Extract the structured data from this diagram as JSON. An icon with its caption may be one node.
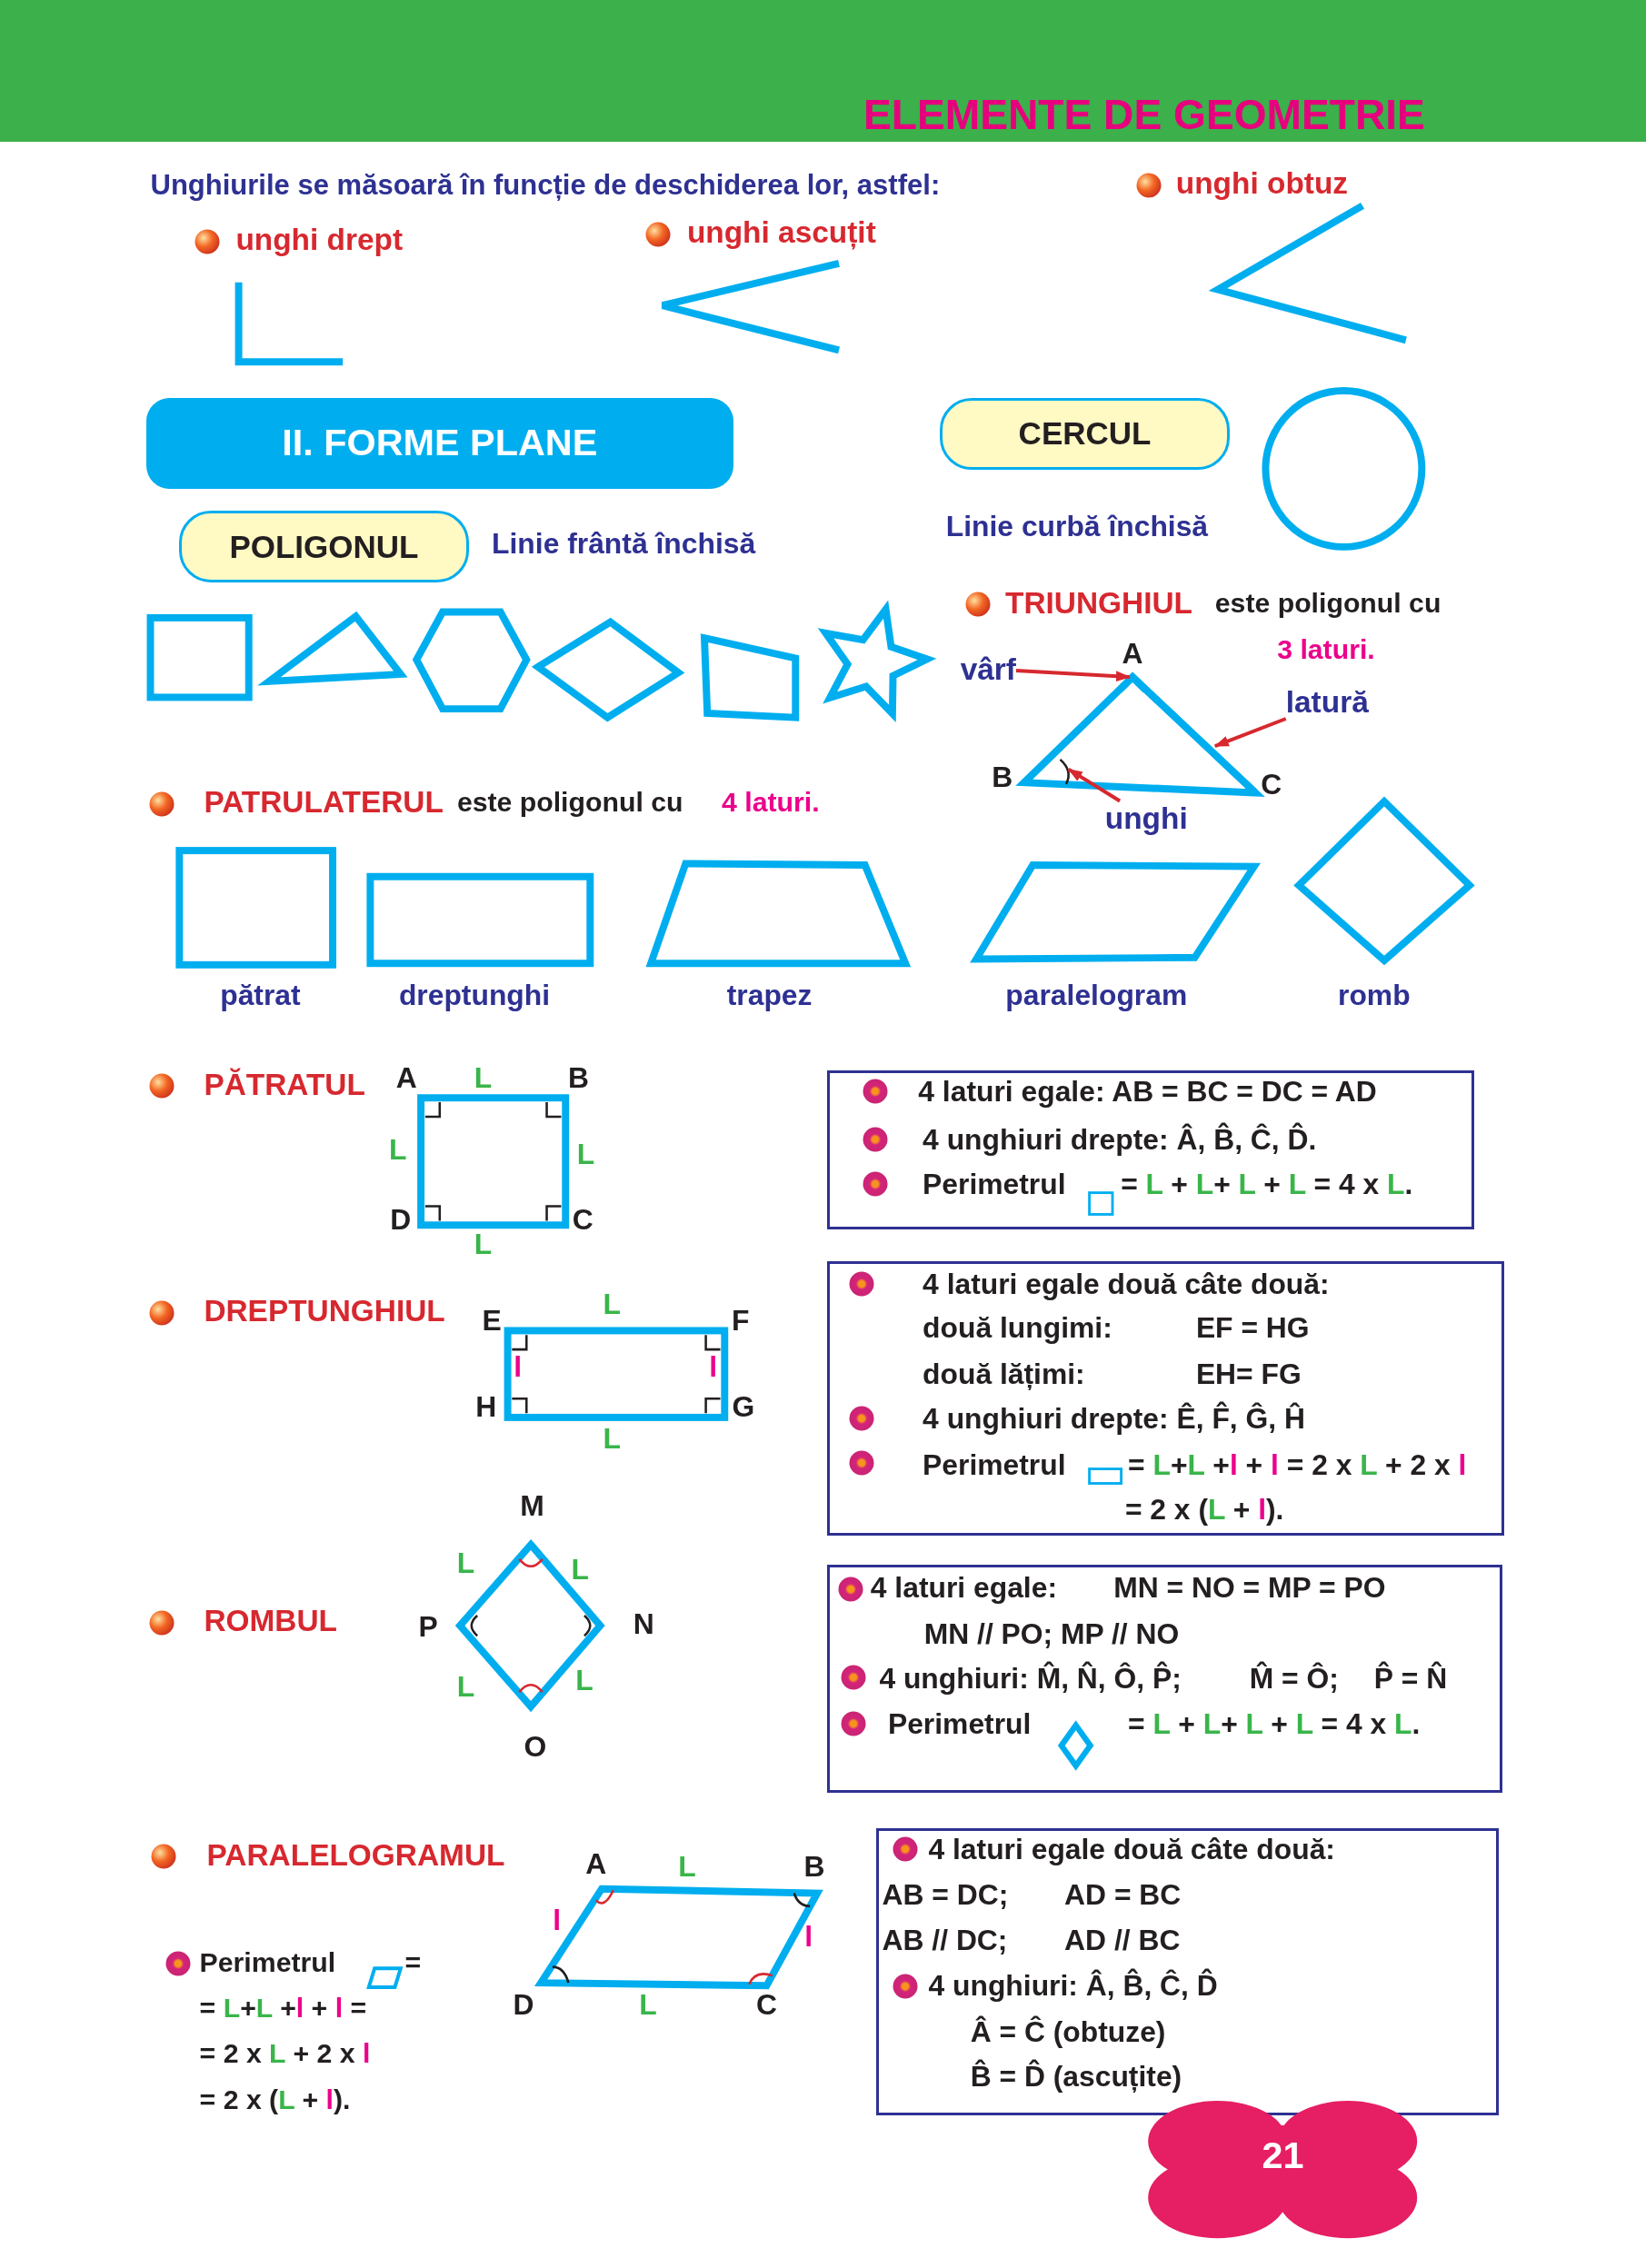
{
  "diagram": {
    "title": "ELEMENTE DE GEOMETRIE",
    "nodes": [
      {
        "text": [
          "II. FORME PLANE"
        ]
      },
      {
        "text": [
          "CERCUL"
        ]
      },
      {
        "text": [
          "POLIGONUL"
        ]
      },
      {
        "text": [
          "vârf"
        ]
      },
      {
        "text": [],
        "shape": "corner"
      },
      {
        "text": [
          "latură"
        ]
      },
      {
        "text": [],
        "shape": "line"
      },
      {
        "text": [
          "unghi"
        ]
      },
      {
        "text": [],
        "shape": "arc"
      },
      {
        "text": [
          "4 laturi egale: AB = BC = DC = AD",
          "4 unghiuri drepte: Â, B̂, Ĉ, D̂.",
          "Perimetrul",
          "= L + L+ L + L = 4 x L."
        ]
      },
      {
        "text": [
          "4 laturi egale două câte două:",
          "două lungimi:",
          "EF = HG",
          "două lățimi:",
          "EH= FG",
          "4 unghiuri drepte: Ê, F̂, Ĝ, Ĥ",
          "Perimetrul",
          "= L+L +l + l = 2 x L + 2 x l",
          "= 2 x (L + l)."
        ]
      },
      {
        "text": [
          "4 laturi egale:",
          "MN = NO = MP = PO",
          "MN // PO; MP // NO",
          "4 unghiuri: M̂, N̂, Ô, P̂;",
          "M̂ = Ô;",
          "P̂ = N̂",
          "Perimetrul",
          "= L + L+ L + L = 4 x L."
        ]
      },
      {
        "text": [
          "4 laturi egale două câte două:",
          "AB = DC;",
          "AD = BC",
          "AB // DC;",
          "AD // BC",
          "4 unghiuri: Â, B̂, Ĉ, D̂",
          "Â = Ĉ (obtuze)",
          "B̂ = D̂ (ascuțite)"
        ]
      },
      {
        "text": [
          "21"
        ]
      }
    ],
    "edges": [
      {
        "from": 3,
        "to": 4,
        "arrow": "to"
      },
      {
        "from": 5,
        "to": 6,
        "arrow": "to"
      },
      {
        "from": 7,
        "to": 8,
        "arrow": "to"
      }
    ],
    "labels": [
      "Unghiurile se măsoară în funcție de deschiderea lor, astfel:",
      "unghi obtuz",
      "unghi drept",
      "unghi ascuțit",
      "Linie frântă închisă",
      "Linie curbă închisă",
      "TRIUNGHIUL",
      "este poligonul cu",
      "A",
      "3 laturi.",
      "B",
      "C",
      "PATRULATERUL",
      "este poligonul cu",
      "4 laturi.",
      "pătrat",
      "dreptunghi",
      "trapez",
      "paralelogram",
      "romb",
      "PĂTRATUL",
      "A",
      "L",
      "B",
      "L",
      "L",
      "D",
      "C",
      "L",
      "DREPTUNGHIUL",
      "E",
      "L",
      "F",
      "l",
      "l",
      "H",
      "G",
      "L",
      "M",
      "L",
      "L",
      "ROMBUL",
      "P",
      "N",
      "L",
      "L",
      "O",
      "PARALELOGRAMUL",
      "A",
      "L",
      "B",
      "l",
      "l",
      "Perimetrul",
      "=",
      "= L+L +l + l =",
      "D",
      "L",
      "C",
      "= 2 x L + 2 x l",
      "= 2 x (L + l)."
    ]
  }
}
